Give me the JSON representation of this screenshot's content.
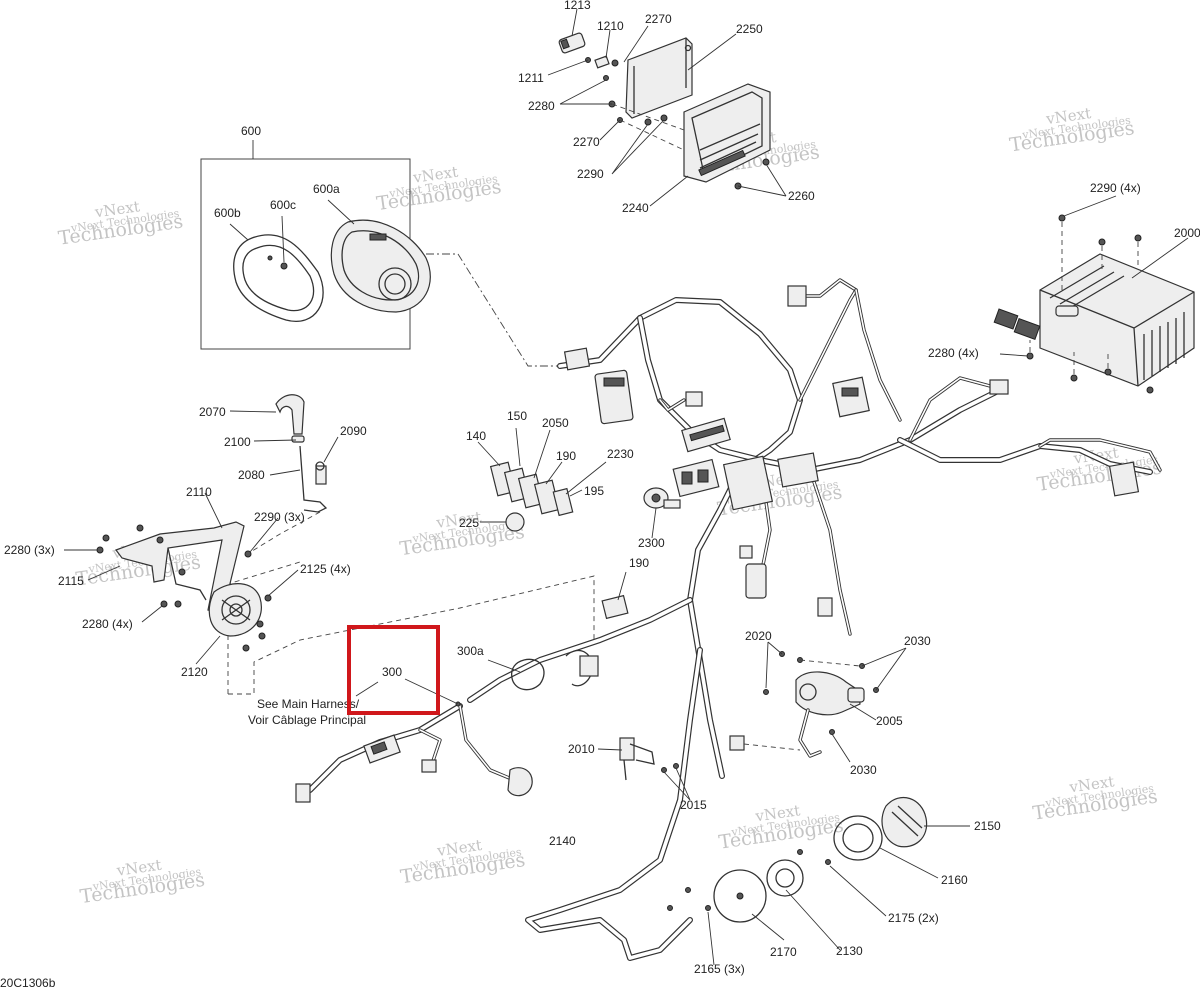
{
  "labels": {
    "l1213": "1213",
    "l1210": "1210",
    "l2270a": "2270",
    "l2250": "2250",
    "l1211": "1211",
    "l2280a": "2280",
    "l2270b": "2270",
    "l2290a": "2290",
    "l2240": "2240",
    "l2260": "2260",
    "l600": "600",
    "l600a": "600a",
    "l600b": "600b",
    "l600c": "600c",
    "l2290b": "2290 (4x)",
    "l2000": "2000",
    "l2280b": "2280 (4x)",
    "l2070": "2070",
    "l2100": "2100",
    "l2090": "2090",
    "l2080": "2080",
    "l2110": "2110",
    "l2290c": "2290 (3x)",
    "l2280c": "2280 (3x)",
    "l2115": "2115",
    "l2125": "2125 (4x)",
    "l2280d": "2280 (4x)",
    "l2120": "2120",
    "l140": "140",
    "l150": "150",
    "l2050": "2050",
    "l190a": "190",
    "l2230": "2230",
    "l195": "195",
    "l225": "225",
    "l2300": "2300",
    "l190b": "190",
    "l300a": "300a",
    "l300": "300",
    "l2020": "2020",
    "l2030a": "2030",
    "l2005": "2005",
    "l2030b": "2030",
    "l2010": "2010",
    "l2015": "2015",
    "l2140": "2140",
    "l2150": "2150",
    "l2160": "2160",
    "l2175": "2175 (2x)",
    "l2130": "2130",
    "l2170": "2170",
    "l2165": "2165 (3x)"
  },
  "note_line1": "See Main Harness/",
  "note_line2": "Voir Câblage Principal",
  "figure_code": "20C1306b",
  "watermark": {
    "line1": "vNext",
    "line2": "Technologies",
    "inline": "vNext Technologies"
  },
  "highlight_color": "#d0171b"
}
